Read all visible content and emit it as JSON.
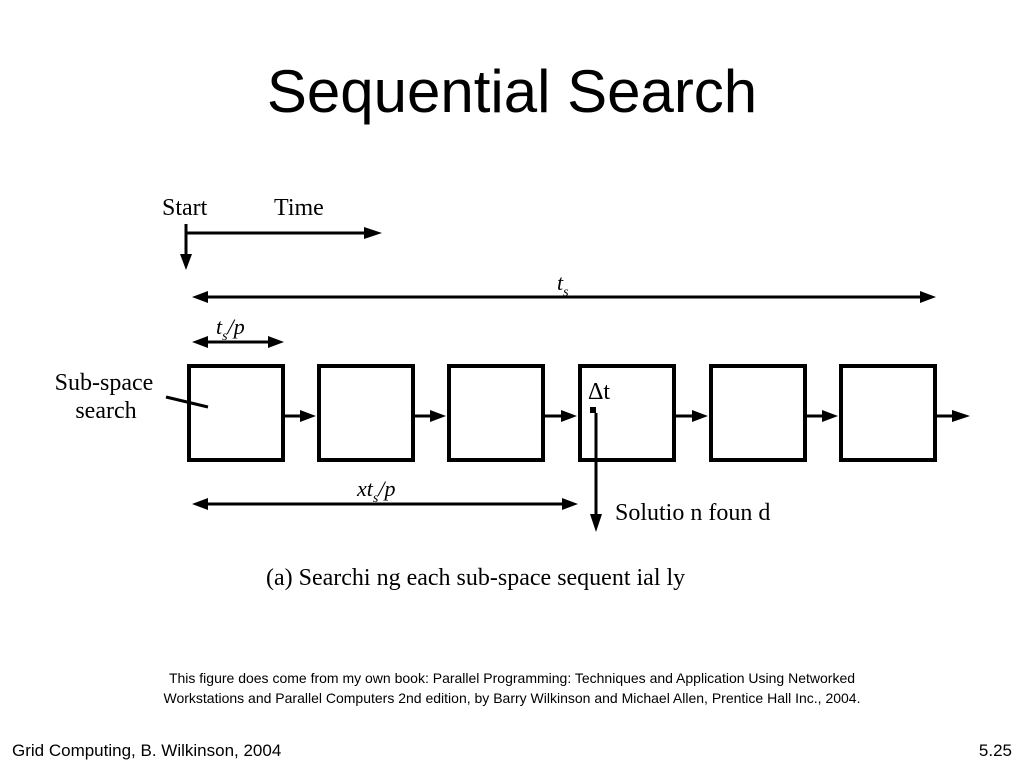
{
  "slide": {
    "title": "Sequential Search"
  },
  "diagram": {
    "start_label": "Start",
    "time_label": "Time",
    "ts_label_main": "t",
    "ts_label_sub": "s",
    "tsp_label_main": "t",
    "tsp_label_sub": "s",
    "tsp_label_rest": "/p",
    "subspace_label_line1": "Sub-space",
    "subspace_label_line2": "search",
    "delta_t_label": "Δt",
    "xtsp_label_x": "xt",
    "xtsp_label_sub": "s",
    "xtsp_label_rest": "/p",
    "solution_label": "Solutio n foun d",
    "caption": "(a) Searchi ng each sub-space sequent ial ly"
  },
  "note": {
    "line1": "This figure does come from my own book:  Parallel Programming: Techniques and Application Using Networked",
    "line2": "Workstations and Parallel Computers 2nd edition, by Barry Wilkinson and Michael Allen, Prentice Hall Inc.,  2004."
  },
  "footer": {
    "left": "Grid Computing, B. Wilkinson, 2004",
    "right": "5.25"
  }
}
